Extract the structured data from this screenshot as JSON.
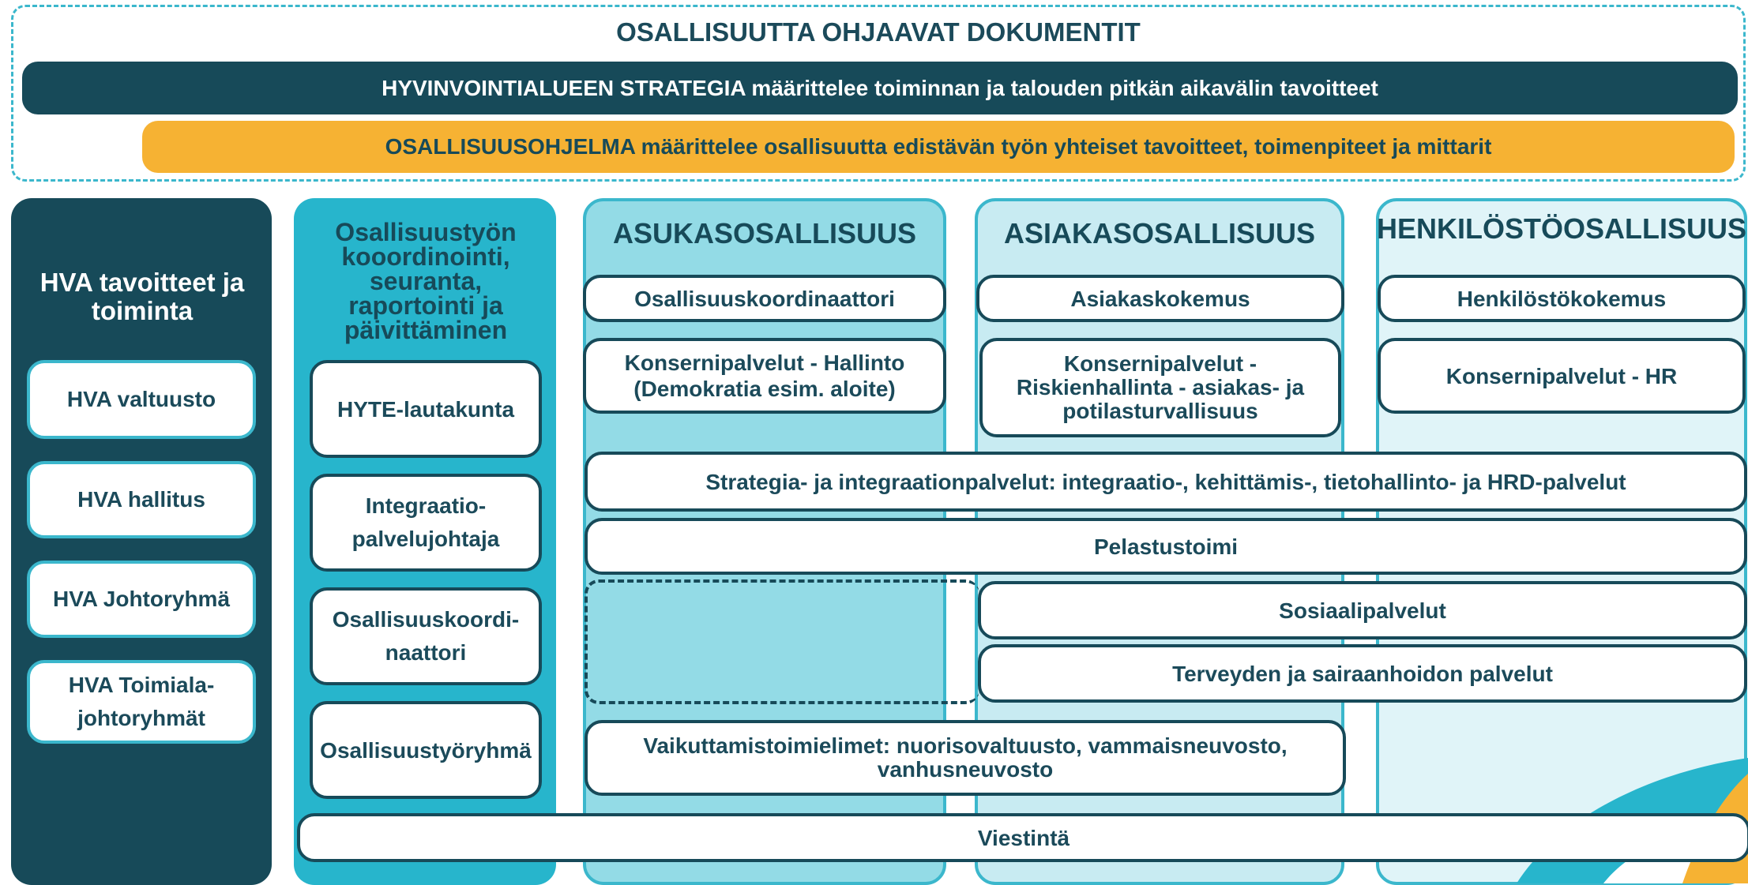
{
  "header": {
    "title": "OSALLISUUTTA OHJAAVAT DOKUMENTIT",
    "strategy_label": "HYVINVOINTIALUEEN STRATEGIA määrittelee toiminnan ja talouden pitkän aikavälin tavoitteet",
    "program_label": "OSALLISUUSOHJELMA määrittelee osallisuutta edistävän työn yhteiset tavoitteet, toimenpiteet ja mittarit"
  },
  "hva": {
    "title": "HVA tavoitteet ja toiminta",
    "items": [
      "HVA valtuusto",
      "HVA hallitus",
      "HVA Johtoryhmä",
      "HVA Toimiala-johtoryhmät"
    ]
  },
  "coord": {
    "title": "Osallisuustyön kooordinointi, seuranta, raportointi ja päivittäminen",
    "items": [
      "HYTE-lautakunta",
      "Integraatio-palvelujohtaja",
      "Osallisuuskoordi-naattori",
      "Osallisuustyöryhmä"
    ]
  },
  "asukas": {
    "title": "ASUKASOSALLISUUS",
    "items": [
      "Osallisuuskoordinaattori",
      "Konsernipalvelut -  Hallinto (Demokratia esim. aloite)"
    ]
  },
  "asiakas": {
    "title": "ASIAKASOSALLISUUS",
    "items": [
      "Asiakaskokemus",
      "Konsernipalvelut - Riskienhallinta - asiakas- ja potilasturvallisuus"
    ]
  },
  "henkilosto": {
    "title": "HENKILÖSTÖOSALLISUUS",
    "items": [
      "Henkilöstökokemus",
      "Konsernipalvelut -  HR"
    ]
  },
  "shared": {
    "strategia": "Strategia- ja integraationpalvelut: integraatio-, kehittämis-, tietohallinto- ja HRD-palvelut",
    "pelastus": "Pelastustoimi",
    "sosiaali": "Sosiaalipalvelut",
    "terveys": "Terveyden ja sairaanhoidon palvelut",
    "vaikuttamis": "Vaikuttamistoimielimet: nuorisovaltuusto, vammaisneuvosto, vanhusneuvosto",
    "viestinta": "Viestintä"
  },
  "colors": {
    "dark_teal": "#174a59",
    "teal": "#27b5cc",
    "light_teal": "#93dbe6",
    "yellow": "#f6b233"
  }
}
